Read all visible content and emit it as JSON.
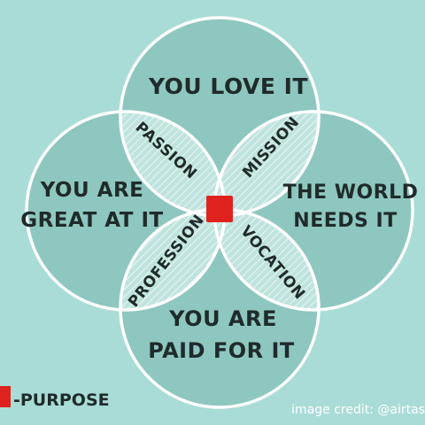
{
  "colors": {
    "background": "#a9dcd6",
    "circle_fill": "#8ec7c0",
    "overlap_fill": "#bfe3de",
    "outline": "#ffffff",
    "purpose": "#e0221e",
    "text": "#1f2b2a"
  },
  "circles": {
    "top": {
      "line1": "YOU LOVE IT",
      "line2": ""
    },
    "left": {
      "line1": "YOU ARE",
      "line2": "GREAT AT IT"
    },
    "right": {
      "line1": "THE WORLD",
      "line2": "NEEDS IT"
    },
    "bottom": {
      "line1": "YOU ARE",
      "line2": "PAID FOR IT"
    }
  },
  "overlaps": {
    "top_left": "PASSION",
    "top_right": "MISSION",
    "bottom_left": "PROFESSION",
    "bottom_right": "VOCATION"
  },
  "center_symbol": "purpose-square",
  "legend": {
    "text": "-PURPOSE"
  },
  "credit": {
    "text": "image credit: @airtas"
  }
}
